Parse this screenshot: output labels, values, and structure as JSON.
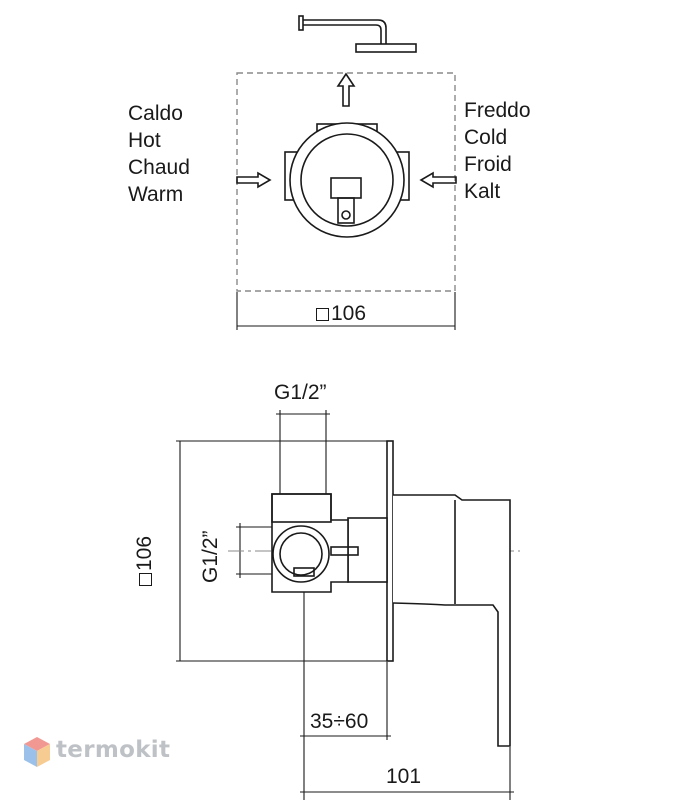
{
  "labels": {
    "hot_side": [
      "Caldo",
      "Hot",
      "Chaud",
      "Warm"
    ],
    "cold_side": [
      "Freddo",
      "Cold",
      "Froid",
      "Kalt"
    ]
  },
  "dimensions": {
    "front_width": "106",
    "side_thread_top": "G1/2”",
    "side_thread_vertical": "G1/2”",
    "side_height": "106",
    "wall_depth": "35÷60",
    "overall_depth": "101"
  },
  "watermark": {
    "text": "termokit",
    "colors": [
      "#e8453c",
      "#4a90d9",
      "#f2a33a"
    ]
  },
  "line_color": "#1a1a1a",
  "dash_color": "#8a8a8a"
}
